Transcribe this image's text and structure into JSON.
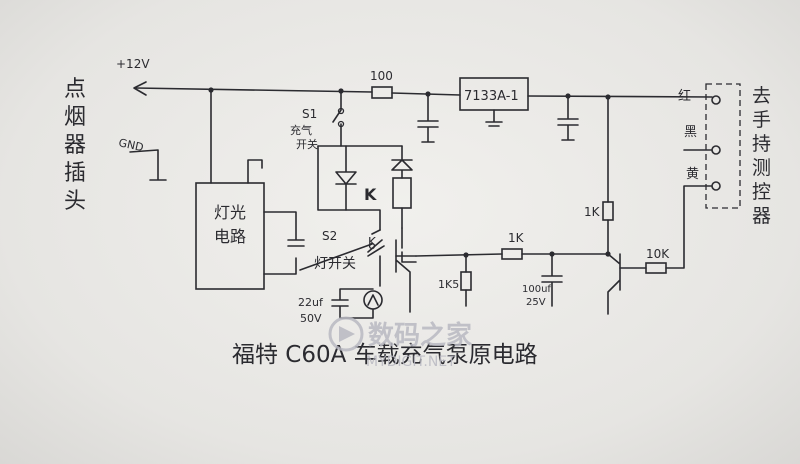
{
  "labels": {
    "plus12v": "+12V",
    "gnd": "GND",
    "r100": "100",
    "regulator": "7133A-1",
    "s1": "S1",
    "s1_desc_1": "充气",
    "s1_desc_2": "开关",
    "relay": "K",
    "s2": "S2",
    "s2_desc": "灯开关",
    "k_contact": "K",
    "light_circuit_1": "灯光",
    "light_circuit_2": "电路",
    "cap_22uf": "22uf",
    "cap_50v": "50V",
    "r1k5": "1K5",
    "r1k_base": "1K",
    "cap_100uf": "100uf",
    "cap_25v": "25V",
    "r1k_right": "1K",
    "r10k": "10K",
    "wire_red": "红",
    "wire_black": "黑",
    "wire_yellow": "黄",
    "left_vertical": [
      "点",
      "烟",
      "器",
      "插",
      "头"
    ],
    "right_vertical": [
      "去",
      "手",
      "持",
      "测",
      "控",
      "器"
    ],
    "title": "福特 C60A 车载充气泵原电路",
    "watermark_cn": "数码之家",
    "watermark_en": "MYDIGIT.NET"
  }
}
